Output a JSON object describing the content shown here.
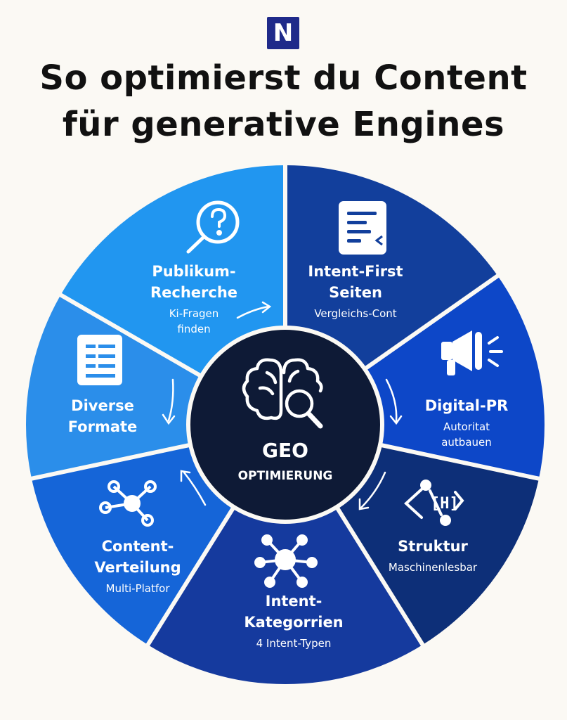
{
  "header": {
    "logo_text": "N",
    "title_line1": "So optimierst du Content",
    "title_line2": "für generative Engines"
  },
  "center": {
    "title": "GEO",
    "subtitle": "OPTIMIERUNG",
    "icon": "brain-magnifier-icon"
  },
  "segments": [
    {
      "title_lines": [
        "Publikum-",
        "Recherche"
      ],
      "sub_lines": [
        "Ki-Fragen",
        "finden"
      ],
      "icon": "question-magnifier-icon",
      "color": "#2196f0"
    },
    {
      "title_lines": [
        "Intent-First",
        "Seiten"
      ],
      "sub_lines": [
        "Vergleichs-Cont"
      ],
      "icon": "document-icon",
      "color": "#123f9c"
    },
    {
      "title_lines": [
        "Digital-PR"
      ],
      "sub_lines": [
        "Autoritat",
        "autbauen"
      ],
      "icon": "megaphone-icon",
      "color": "#0d47c8"
    },
    {
      "title_lines": [
        "Struktur"
      ],
      "sub_lines": [
        "Maschinenlesbar"
      ],
      "icon": "code-structure-icon",
      "color": "#0d2f78"
    },
    {
      "title_lines": [
        "Intent-",
        "Kategorrien"
      ],
      "sub_lines": [
        "4 Intent-Typen"
      ],
      "icon": "network-hub-icon",
      "color": "#153a9e"
    },
    {
      "title_lines": [
        "Content-",
        "Verteilung"
      ],
      "sub_lines": [
        "Multi-Platfor"
      ],
      "icon": "share-network-icon",
      "color": "#1565d8"
    },
    {
      "title_lines": [
        "Diverse",
        "Formate"
      ],
      "sub_lines": [],
      "icon": "list-document-icon",
      "color": "#2b8eea"
    }
  ],
  "colors": {
    "background": "#fbf9f4",
    "center": "#0e1a36",
    "divider": "#fbf9f4",
    "logo": "#1f2a8a"
  }
}
